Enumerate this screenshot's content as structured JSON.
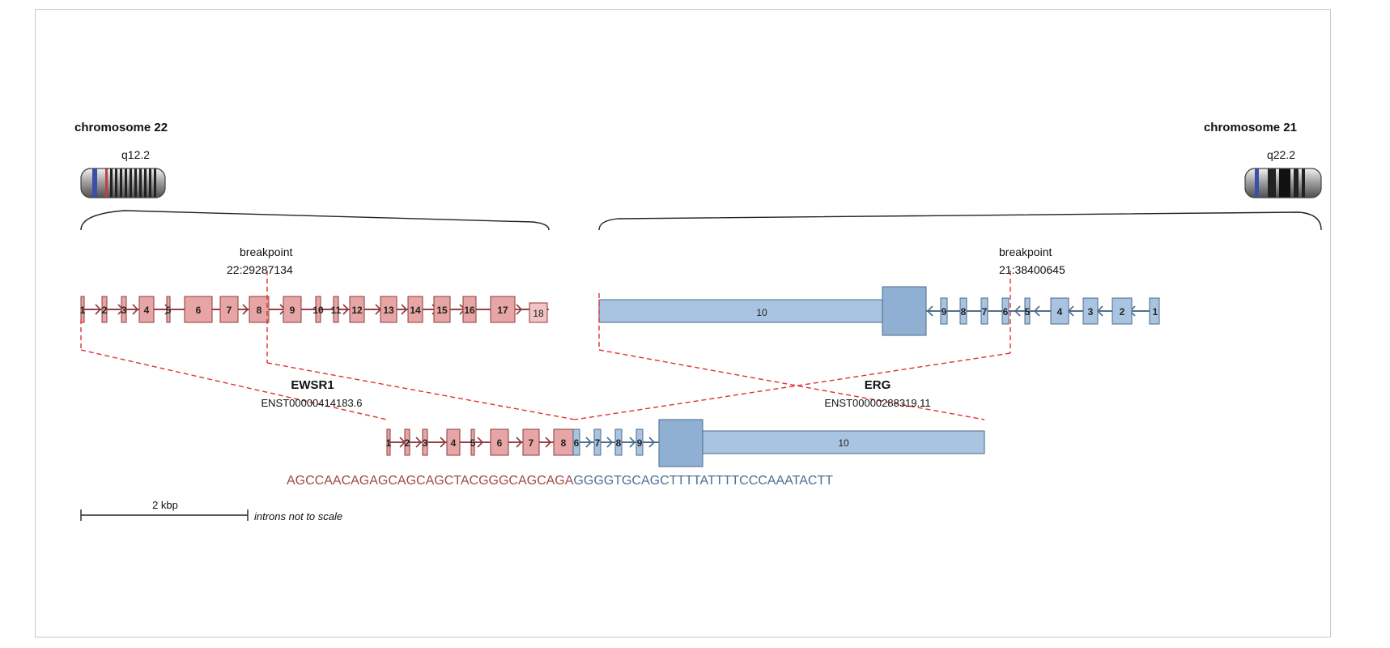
{
  "left": {
    "chromosome": "chromosome 22",
    "band": "q12.2",
    "breakpoint_label": "breakpoint",
    "breakpoint_pos": "22:29287134",
    "gene": "EWSR1",
    "transcript": "ENST00000414183.6",
    "exons": [
      "1",
      "2",
      "3",
      "4",
      "5",
      "6",
      "7",
      "8",
      "9",
      "10",
      "11",
      "12",
      "13",
      "14",
      "15",
      "16",
      "17",
      "18"
    ]
  },
  "right": {
    "chromosome": "chromosome 21",
    "band": "q22.2",
    "breakpoint_label": "breakpoint",
    "breakpoint_pos": "21:38400645",
    "gene": "ERG",
    "transcript": "ENST00000288319.11",
    "exons": [
      "10",
      "9",
      "8",
      "7",
      "6",
      "5",
      "4",
      "3",
      "2",
      "1"
    ]
  },
  "fusion": {
    "exons_left": [
      "1",
      "2",
      "3",
      "4",
      "5",
      "6",
      "7",
      "8"
    ],
    "exons_right": [
      "6",
      "7",
      "8",
      "9",
      "10"
    ],
    "sequence_left": "AGCCAACAGAGCAGCAGCTACGGGCAGCAGA",
    "sequence_right": "GGGGTGCAGCTTTTATTTTCCCAAATACTT"
  },
  "scale": {
    "label": "2 kbp",
    "note": "introns not to scale"
  },
  "colors": {
    "left_fill": "#e8a5a5",
    "left_stroke": "#8b3a3a",
    "left_line": "#9a4040",
    "right_fill": "#a9c4e0",
    "right_stroke": "#4a6a8a",
    "right_line": "#4f6f90",
    "breakpoint": "#e03030",
    "seq_left": "#a04848",
    "seq_right": "#4e6e92"
  }
}
